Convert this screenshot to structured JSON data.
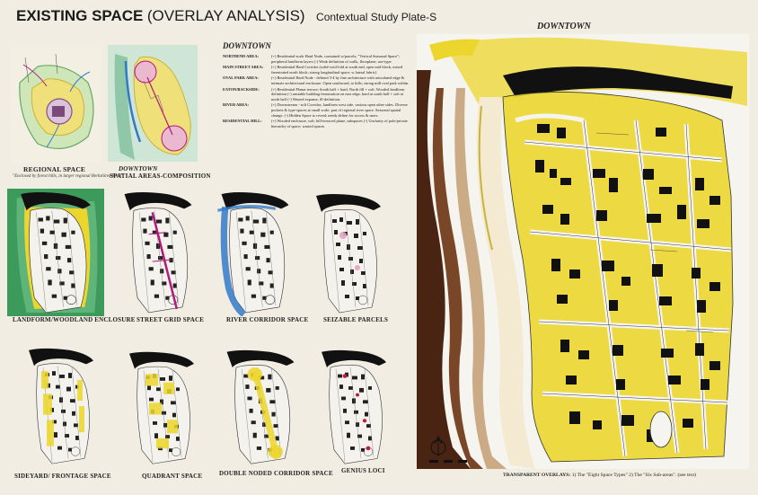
{
  "header": {
    "title_bold": "EXISTING SPACE",
    "title_paren": "(OVERLAY ANALYSIS)",
    "plate": "Contextual Study Plate-S"
  },
  "top_sketches": [
    {
      "label": "REGIONAL SPACE",
      "note": "\"Enclosed by forest hills, in larger regional Berkshires Bowl\""
    },
    {
      "label": "DOWNTOWN",
      "label2": "SPATIAL AREAS-COMPOSITION"
    }
  ],
  "legend": {
    "title": "DOWNTOWN",
    "rows": [
      {
        "key": "NORTHEND AREA:",
        "value": "(+) Residential-scale Hard Node, contained w/parcels; \"Vertical Seasonal Space\"; peripheral landform layers (-) Weak definition of walls, floorplane, use-type."
      },
      {
        "key": "MAIN STREET AREA:",
        "value": "(+) Residential Hard Corridor (solid-void-fold at south end, open mid block, mixed fenestrated north block; strong longitudinal space; w lateral fabric)"
      },
      {
        "key": "OVAL PARK AREA:",
        "value": "(+) Residential Hard Node - defined 3-4 by fine architecture with articulated edge & intimate architectural enclosure. Open southward, to hills; strong mill oval park within."
      },
      {
        "key": "EATON/BACKSIDE:",
        "value": "(+) Residential Planar terrace; South half + hard; North fill + soft, Wooded landform definition (-) unstable building fenestration on east edge, hard at south half + soft at north half (-) Wasted expanse, ill-definition."
      },
      {
        "key": "RIVER AREA:",
        "value": "(+) Downstream - soft Corridor; landform west side, various open other sides. Diverse pockets & type-spaces at small scale; part of regional river space. Seasonal spatial change. (-) Hidden Space to reveal; needs define for access & users."
      },
      {
        "key": "RESIDENTIAL HILL:",
        "value": "(+) Wooded enclosure, soft; hill-terraced plane, subspaces (-) Unclarity of pole/private hierarchy of space; wasted spaces"
      }
    ]
  },
  "small_maps": [
    {
      "label": "LANDFORM/WOODLAND ENCLOSURE"
    },
    {
      "label": "STREET GRID SPACE"
    },
    {
      "label": "RIVER CORRIDOR SPACE"
    },
    {
      "label": "SEIZABLE PARCELS"
    },
    {
      "label": "SIDEYARD/ FRONTAGE SPACE"
    },
    {
      "label": "QUADRANT SPACE"
    },
    {
      "label": "DOUBLE NODED CORRIDOR SPACE"
    },
    {
      "label": "GENIUS LOCI"
    }
  ],
  "main_map": {
    "title": "DOWNTOWN",
    "caption_lead": "TRANSPARENT OVERLAYS:",
    "caption_rest": "1) The \"Eight Space Types\" 2) The \"Six Sub-areas\". (see text)"
  },
  "colors": {
    "yellow": "#ecd62d",
    "magenta": "#b1197a",
    "blue": "#3279c9",
    "green": "#3c9b5b",
    "brown": "#4a2412"
  }
}
